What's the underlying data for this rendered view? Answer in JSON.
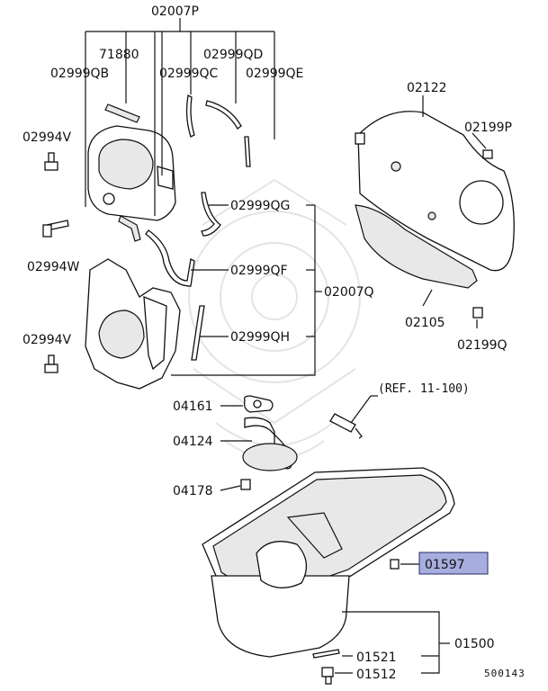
{
  "callouts": {
    "p02007P": "02007P",
    "p71880": "71880",
    "p02999QD": "02999QD",
    "p02999QB": "02999QB",
    "p02999QC": "02999QC",
    "p02999QE": "02999QE",
    "p02994V_top": "02994V",
    "p02994W": "02994W",
    "p02994V_bottom": "02994V",
    "p02999QG": "02999QG",
    "p02999QF": "02999QF",
    "p02007Q": "02007Q",
    "p02999QH": "02999QH",
    "p02122": "02122",
    "p02199P": "02199P",
    "p02105": "02105",
    "p02199Q": "02199Q",
    "p04161": "04161",
    "p04124": "04124",
    "p04178": "04178",
    "p01597": "01597",
    "p01521": "01521",
    "p01500": "01500",
    "p01512": "01512"
  },
  "ref_note": "(REF. 11-100)",
  "diagram_id": "500143",
  "highlight_color": "#a7aedf"
}
